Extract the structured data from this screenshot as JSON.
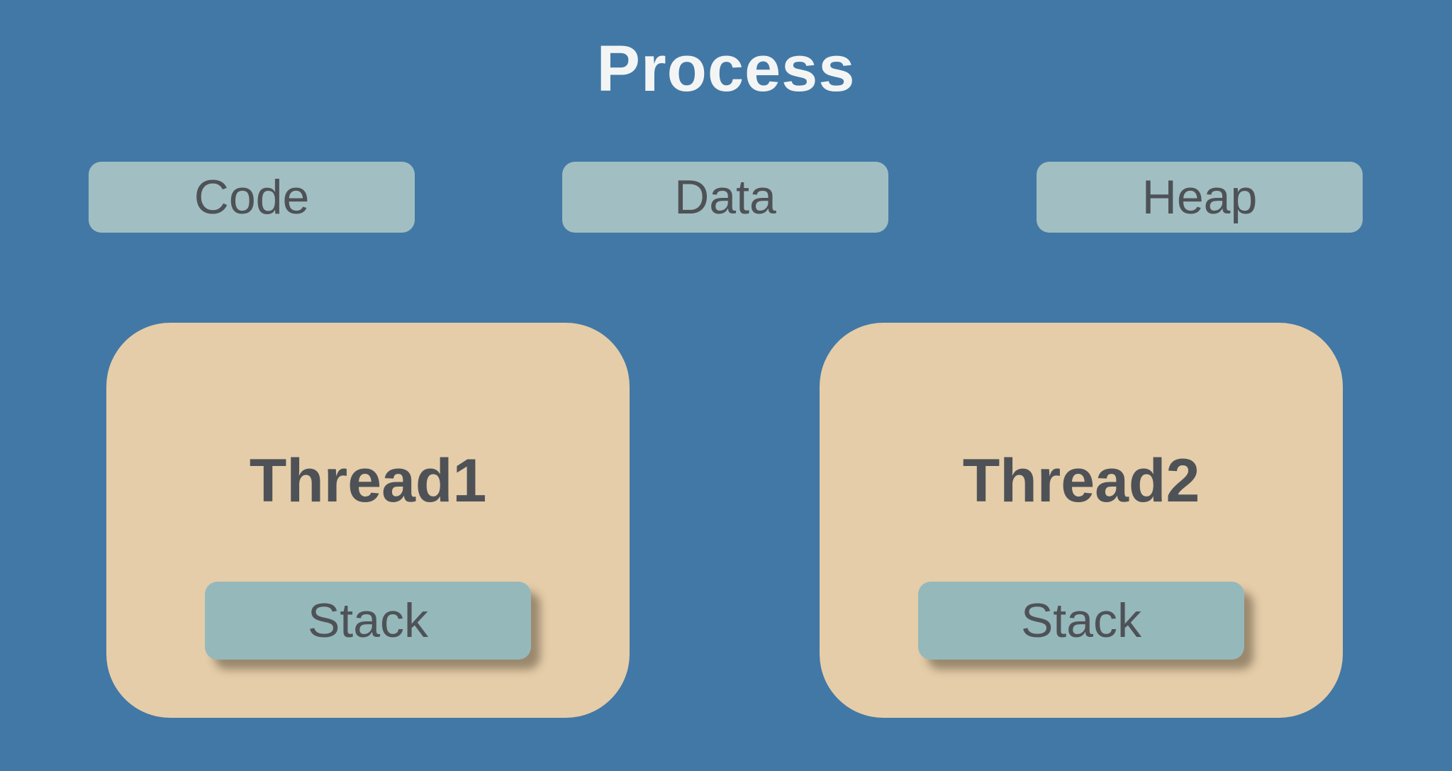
{
  "title": "Process",
  "colors": {
    "background": "#4278a5",
    "segment-fill": "#a1bfc2",
    "stack-fill": "#95b8bb",
    "thread-fill": "#e5cda9",
    "label-text": "#4e5257",
    "title-text": "#f3f5f5",
    "stack-shadow": "rgba(64,54,38,0.45)"
  },
  "segments": [
    {
      "label": "Code"
    },
    {
      "label": "Data"
    },
    {
      "label": "Heap"
    }
  ],
  "threads": [
    {
      "label": "Thread1",
      "stack_label": "Stack"
    },
    {
      "label": "Thread2",
      "stack_label": "Stack"
    }
  ]
}
